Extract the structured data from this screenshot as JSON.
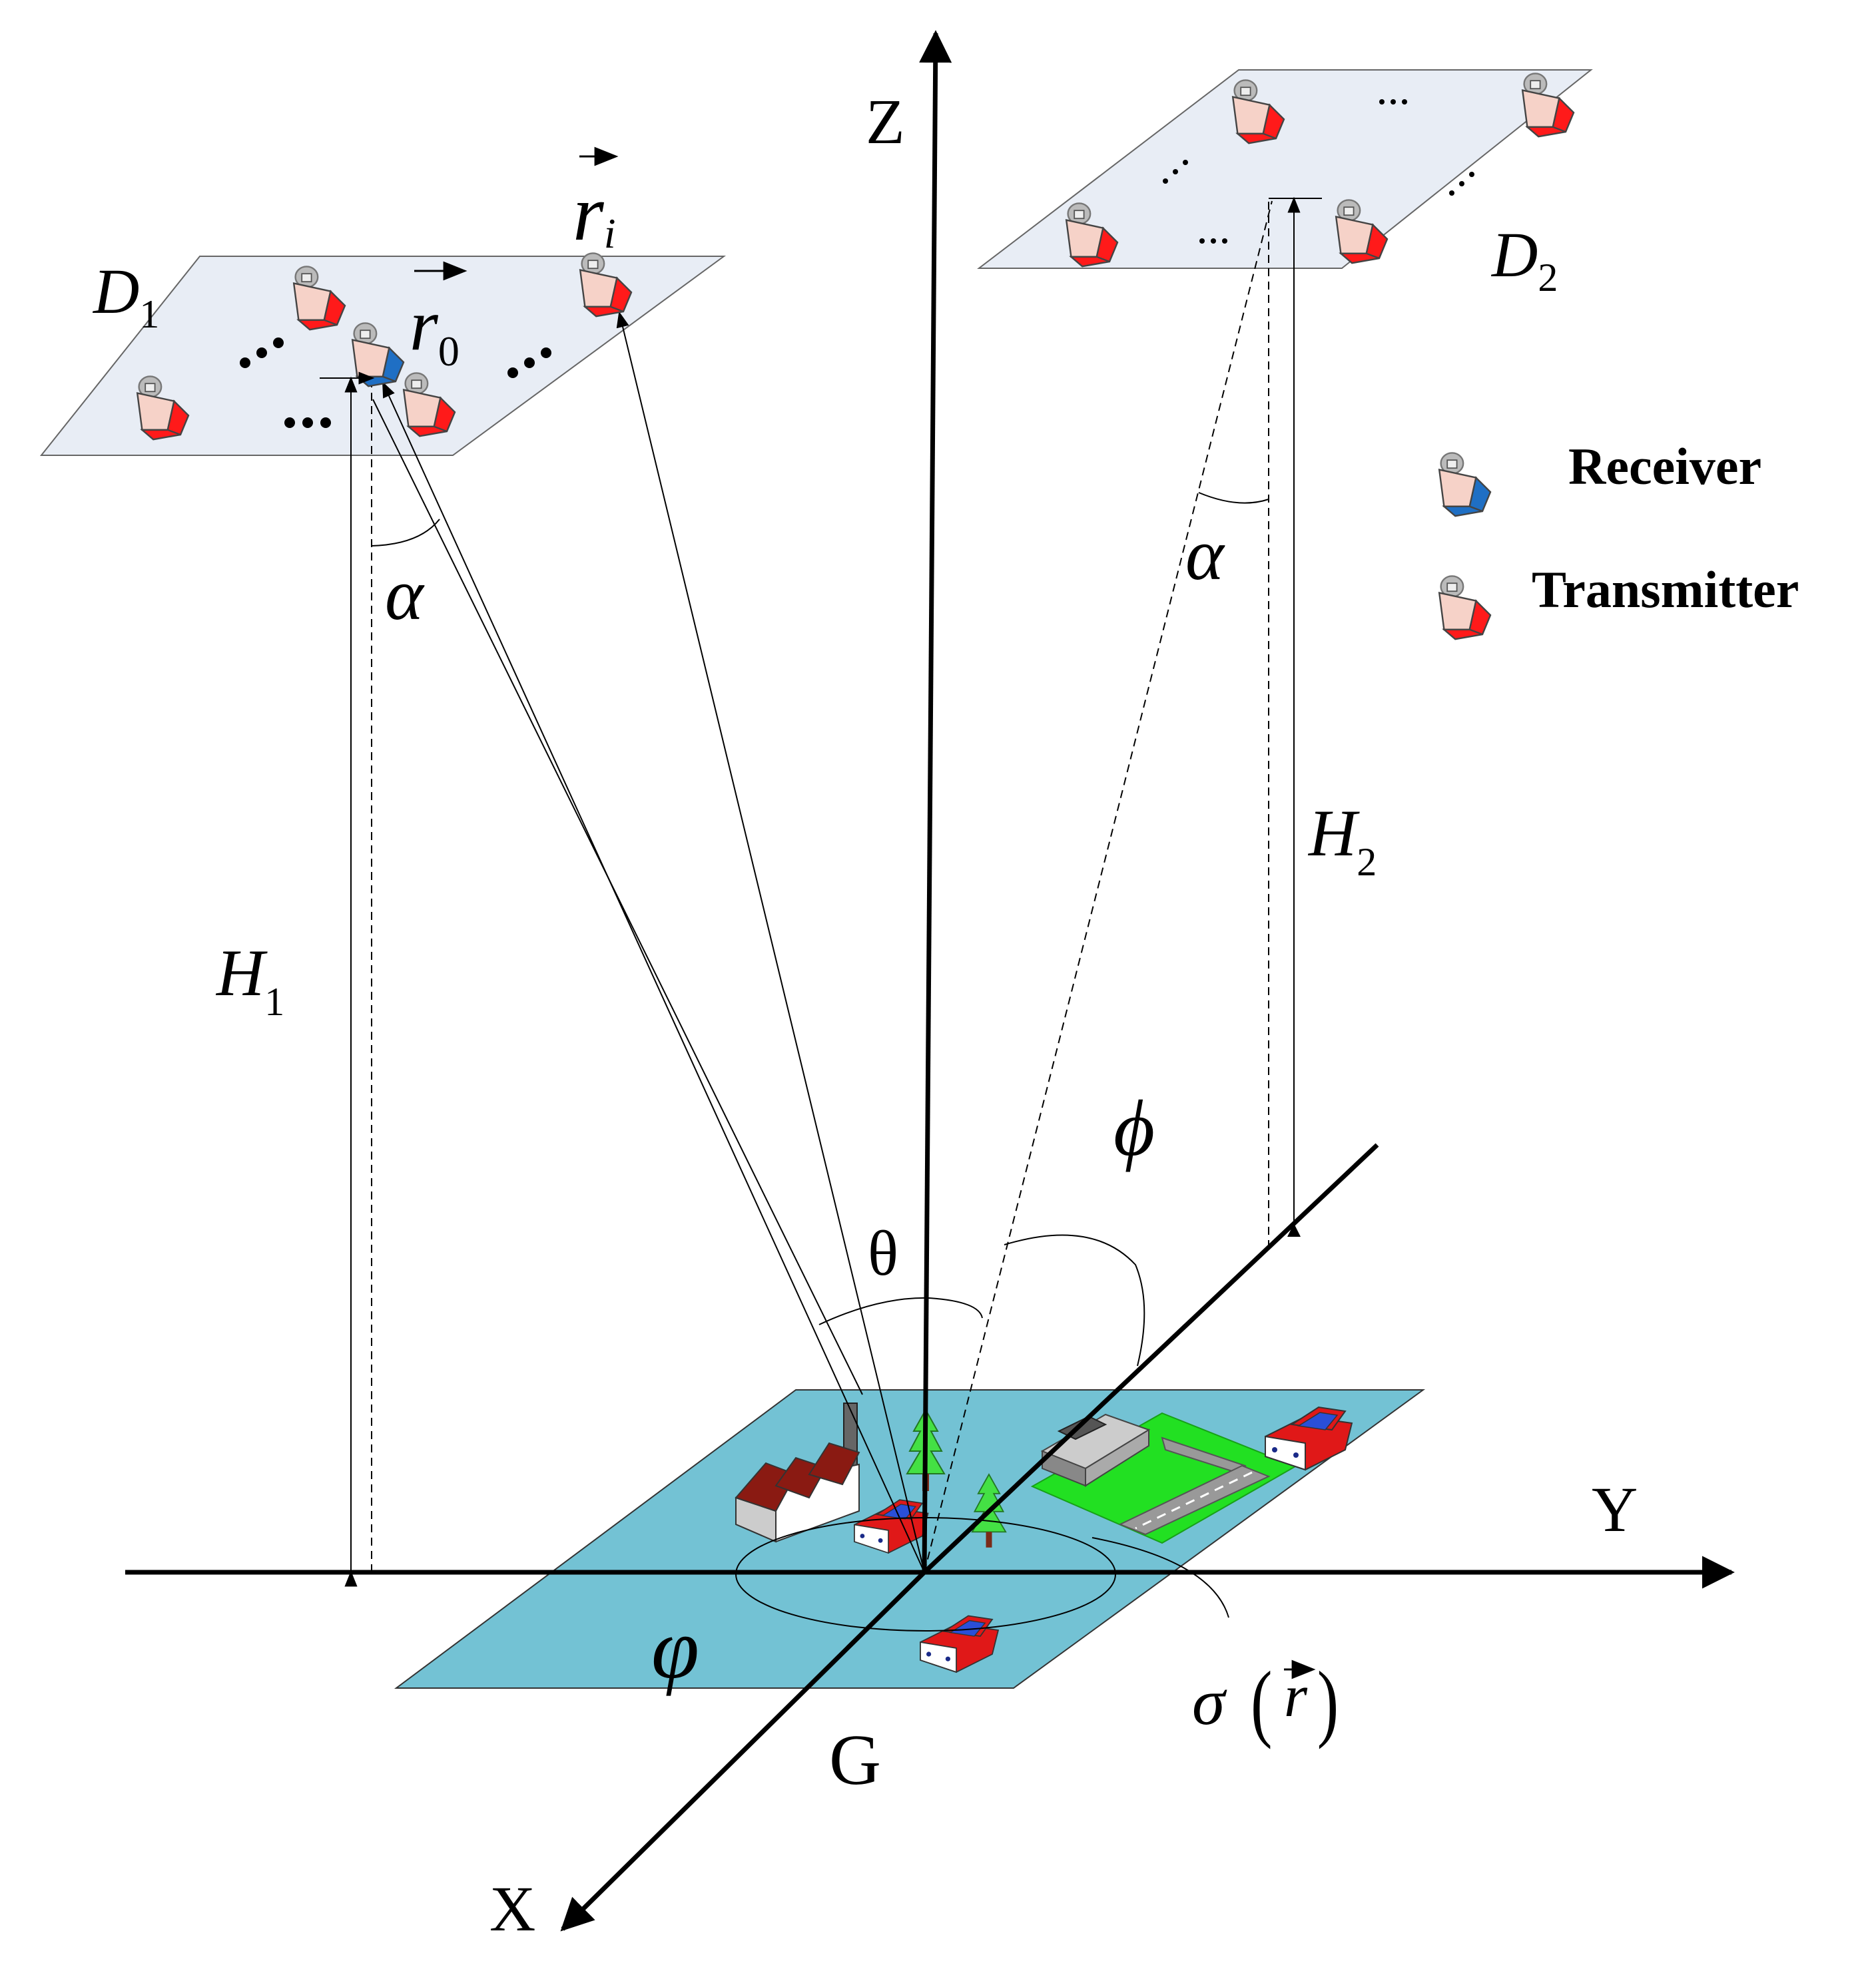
{
  "axes": {
    "z": "Z",
    "y": "Y",
    "x": "X"
  },
  "ground": {
    "label": "G",
    "reflectivity_symbol": "σ",
    "reflectivity_arg": "r"
  },
  "platform_1": {
    "label": "D",
    "subscript": "1",
    "height_label": "H",
    "height_subscript": "1"
  },
  "platform_2": {
    "label": "D",
    "subscript": "2",
    "height_label": "H",
    "height_subscript": "2"
  },
  "vectors": {
    "ref": "r",
    "ref_subscript": "0",
    "other": "r",
    "other_subscript": "i"
  },
  "angles": {
    "alpha": "α",
    "theta": "θ",
    "phi": "ϕ",
    "varphi": "φ"
  },
  "legend": {
    "receiver": "Receiver",
    "transmitter": "Transmitter"
  },
  "colors": {
    "receiver_face": "#1f6fc4",
    "transmitter_face": "#ff1a1a",
    "horn_top": "#f2d4cc",
    "platform_fill": "#e8edf5",
    "ground_fill": "#73c2d4",
    "airfield": "#22e022"
  }
}
